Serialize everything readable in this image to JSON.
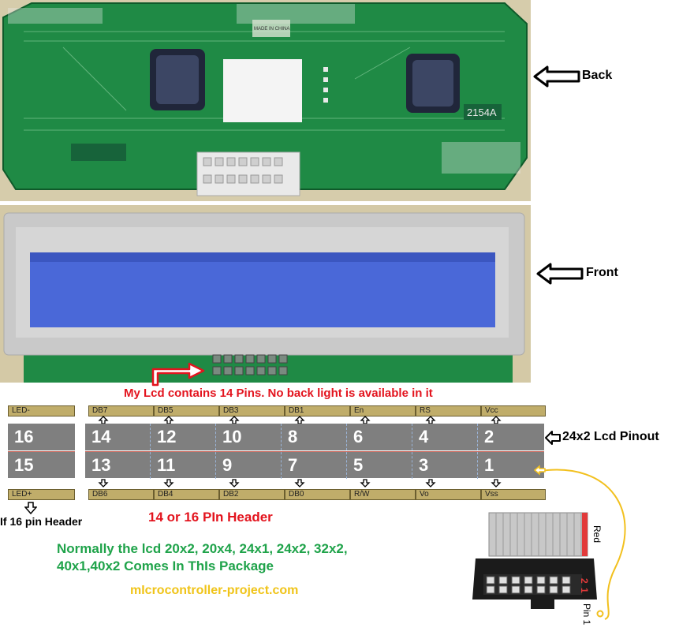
{
  "labels": {
    "back": "Back",
    "front": "Front",
    "note": "My Lcd contains 14 Pins. No back light is available in it",
    "pinout": "24x2 Lcd Pinout",
    "if16": "If 16 pin Header",
    "header": "14 or 16 PIn Header",
    "normally_line1": "Normally the lcd 20x2, 20x4, 24x1, 24x2, 32x2,",
    "normally_line2": "40x1,40x2 Comes In ThIs Package",
    "site": "mIcrocontroller-project.com",
    "red": "Red",
    "pin1": "Pin 1",
    "conn_row2": "2",
    "conn_row1": "1",
    "chip_text": "2154A",
    "made_in": "MADE IN CHINA"
  },
  "top_signals": [
    "LED-",
    "DB7",
    "DB5",
    "DB3",
    "DB1",
    "En",
    "RS",
    "Vcc"
  ],
  "bottom_signals": [
    "LED+",
    "DB6",
    "DB4",
    "DB2",
    "DB0",
    "R/W",
    "Vo",
    "Vss"
  ],
  "top_pins": [
    "16",
    "14",
    "12",
    "10",
    "8",
    "6",
    "4",
    "2"
  ],
  "bottom_pins": [
    "15",
    "13",
    "11",
    "9",
    "7",
    "5",
    "3",
    "1"
  ],
  "colors": {
    "pcb_green": "#1f8a45",
    "lcd_blue": "#4a68d8",
    "pin_gray": "#7f7f7f",
    "signal_tan": "#c0ad6a",
    "red_text": "#e3141e",
    "green_text": "#1fa34a",
    "site_yellow": "#f0c419",
    "wire_yellow": "#f2c01e"
  },
  "icons": [
    "hollow-arrow-left-icon",
    "red-arrow-right-icon",
    "small-down-arrow-icon",
    "small-up-arrow-icon",
    "ribbon-connector-icon"
  ]
}
